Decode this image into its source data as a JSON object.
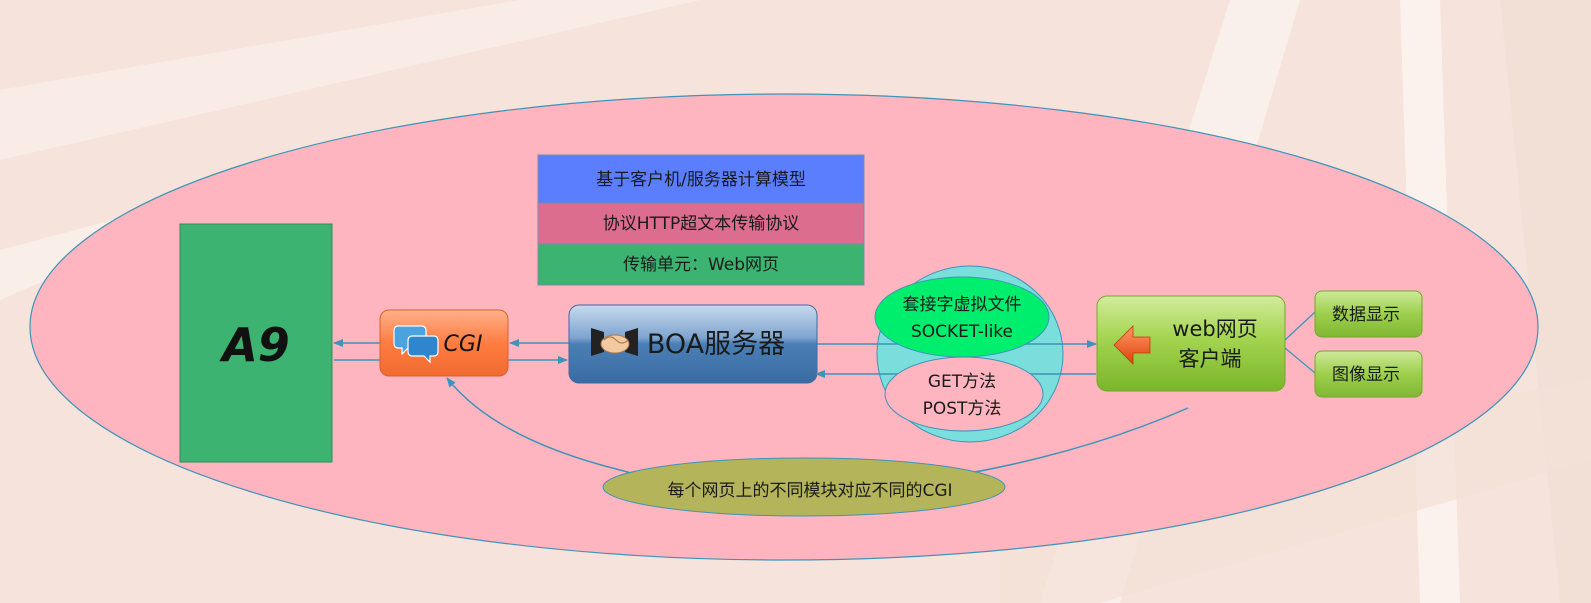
{
  "a9": {
    "label": "A9"
  },
  "cgi": {
    "label": "CGI",
    "icon": "chat-bubbles-icon"
  },
  "boa": {
    "label": "BOA服务器",
    "icon": "handshake-icon"
  },
  "info_box": {
    "row1": "基于客户机/服务器计算模型",
    "row2": "协议HTTP超文本传输协议",
    "row3": "传输单元：Web网页"
  },
  "socket": {
    "line1": "套接字虚拟文件",
    "line2": "SOCKET-like"
  },
  "methods": {
    "line1": "GET方法",
    "line2": "POST方法"
  },
  "web_client": {
    "line1": "web网页",
    "line2": "客户端",
    "icon": "arrow-left-icon"
  },
  "outputs": {
    "data_display": "数据显示",
    "image_display": "图像显示"
  },
  "bottom_note": {
    "text": "每个网页上的不同模块对应不同的CGI"
  },
  "colors": {
    "background": "#f6e4dc",
    "ellipse": "#feb5c0",
    "a9": "#3cb371",
    "cgi": "#ff8248",
    "boa": "#4a7fb5",
    "info_blue": "#5b7eff",
    "info_pink": "#dc6d8f",
    "info_green": "#3cb371",
    "socket_circle": "#7adfdc",
    "socket_ellipse": "#00ee6e",
    "methods_ellipse": "#ffb5c0",
    "client_green": "#8cc63f",
    "note_olive": "#b4b45a",
    "connector": "#3d94b8"
  }
}
